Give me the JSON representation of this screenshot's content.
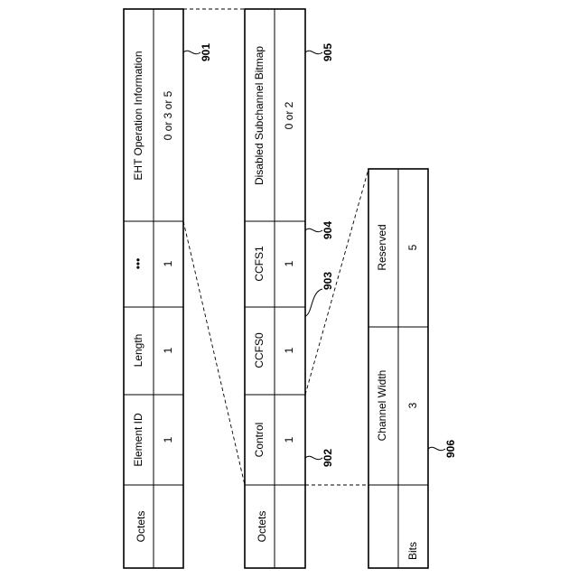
{
  "tables": [
    {
      "id": "eht-operation-element",
      "row_header": "Octets",
      "fields": [
        {
          "name": "Element ID",
          "size": "1"
        },
        {
          "name": "Length",
          "size": "1"
        },
        {
          "name": "•••",
          "size": "1"
        },
        {
          "name": "EHT Operation Information",
          "size": "0 or 3 or 5"
        }
      ]
    },
    {
      "id": "eht-operation-information",
      "row_header": "Octets",
      "fields": [
        {
          "name": "Control",
          "size": "1"
        },
        {
          "name": "CCFS0",
          "size": "1"
        },
        {
          "name": "CCFS1",
          "size": "1"
        },
        {
          "name": "Disabled Subchannel Bitmap",
          "size": "0 or 2"
        }
      ]
    },
    {
      "id": "control-field",
      "row_header": "Bits",
      "fields": [
        {
          "name": "Channel Width",
          "size": "3"
        },
        {
          "name": "Reserved",
          "size": "5"
        }
      ]
    }
  ],
  "references": {
    "r901": "901",
    "r902": "902",
    "r903": "903",
    "r904": "904",
    "r905": "905",
    "r906": "906"
  }
}
